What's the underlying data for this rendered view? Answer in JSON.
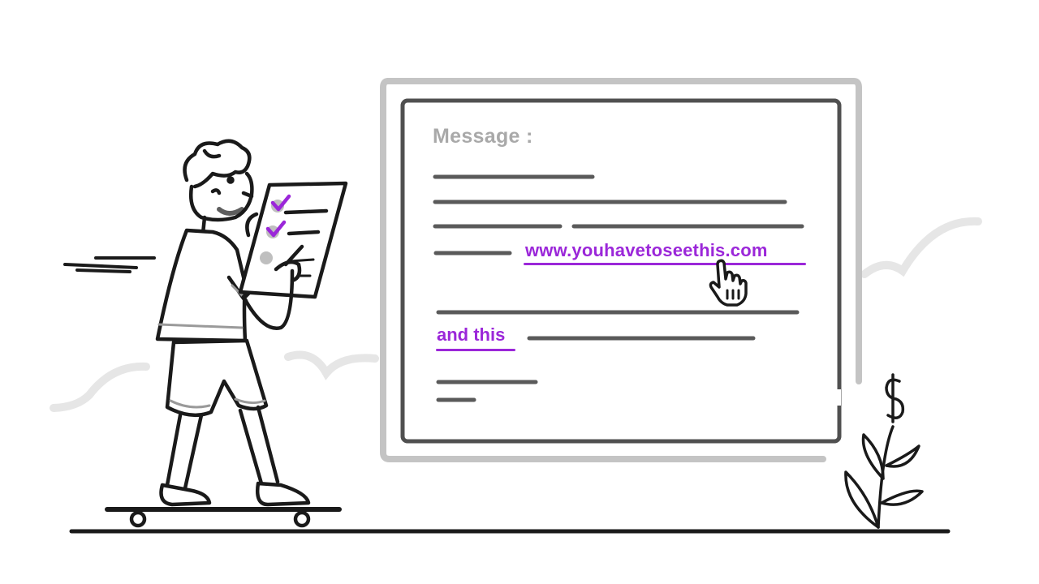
{
  "message": {
    "label": "Message :",
    "links": [
      {
        "text": "www.youhavetoseethis.com"
      },
      {
        "text": "and this"
      }
    ]
  },
  "icons": {
    "cursor": "pointer-hand-icon",
    "plant": "dollar-plant-icon",
    "person": "skateboarder-with-checklist"
  },
  "colors": {
    "accent": "#9b27d9",
    "ink": "#1a1a1a",
    "frame_outer": "#c4c4c4",
    "frame_inner": "#505050",
    "text_line": "#5a5a5a",
    "label": "#a9a9a9",
    "cloud": "#e6e6e6"
  }
}
